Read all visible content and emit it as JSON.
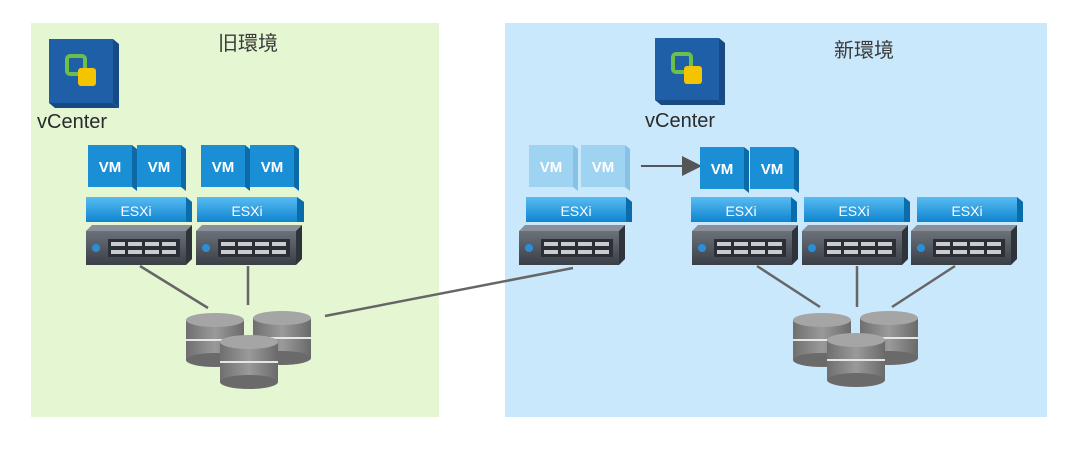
{
  "environments": {
    "old": {
      "title": "旧環境",
      "vcenter_label": "vCenter",
      "bg": "#e5f6d3"
    },
    "new": {
      "title": "新環境",
      "vcenter_label": "vCenter",
      "bg": "#c9e8fb"
    }
  },
  "vm_label": "VM",
  "esxi_label": "ESXi",
  "colors": {
    "vm": "#1b8fd6",
    "vm_faded": "#9fd3f2",
    "esxi_top": "#4fb3ee",
    "esxi_bottom": "#148bd4",
    "server_body": "#444a52",
    "disk": "#7a7a7a",
    "link": "#666666",
    "vcenter_box": "#1f5fa8",
    "vcenter_mark_green": "#6cc04a",
    "vcenter_mark_yellow": "#f5c400"
  },
  "icons": {
    "vcenter": "vcenter-logo-icon",
    "vm": "vm-icon",
    "esxi": "esxi-host-icon",
    "server": "server-icon",
    "storage": "datastore-icon"
  }
}
